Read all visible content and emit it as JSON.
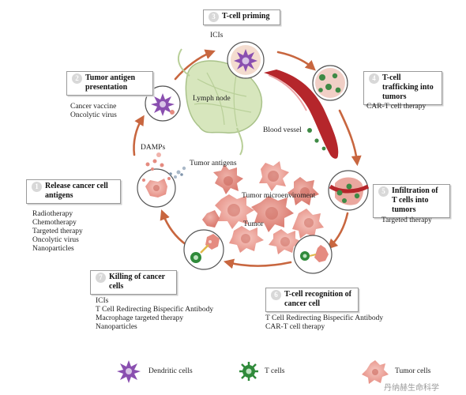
{
  "steps": [
    {
      "number": "3",
      "title": "T-cell priming"
    },
    {
      "number": "4",
      "title": "T-cell trafficking into tumors"
    },
    {
      "number": "5",
      "title": "Infiltration of T cells into tumors"
    },
    {
      "number": "6",
      "title": "T-cell recognition of cancer cell"
    },
    {
      "number": "7",
      "title": "Killing of cancer cells"
    },
    {
      "number": "1",
      "title": "Release cancer cell antigens"
    },
    {
      "number": "2",
      "title": "Tumor antigen presentation"
    }
  ],
  "interventions": {
    "step1": [
      "Radiotherapy",
      "Chemotherapy",
      "Targeted therapy",
      "Oncolytic virus",
      "Nanoparticles"
    ],
    "step2": [
      "Cancer vaccine",
      "Oncolytic virus"
    ],
    "step3": [
      "ICIs"
    ],
    "step4": [
      "CAR-T cell therapy"
    ],
    "step5": [
      "Targeted therapy"
    ],
    "step6": [
      "T Cell Redirecting Bispecific Antibody",
      "CAR-T cell therapy"
    ],
    "step7": [
      "ICIs",
      "T Cell Redirecting Bispecific Antibody",
      "Macrophage targeted therapy",
      "Nanoparticles"
    ]
  },
  "labels": {
    "lymph_node": "Lymph node",
    "blood_vessel": "Blood vessel",
    "damps": "DAMPs",
    "tumor_antigens": "Tumor antigens",
    "tumor_microenvironment": "Tumor microenviroment",
    "tumor": "Tumor"
  },
  "legend": [
    {
      "label": "Dendritic cells",
      "icon": "dendritic-cell-icon",
      "color": "#8a4fb0"
    },
    {
      "label": "T cells",
      "icon": "t-cell-icon",
      "color": "#2f8a3a"
    },
    {
      "label": "Tumor cells",
      "icon": "tumor-cell-icon",
      "color": "#e0867c"
    }
  ],
  "watermark": "丹纳赫生命科学",
  "colors": {
    "cycle_arrow": "#c8663f",
    "tumor": "#e79a92",
    "vessel": "#b5262b",
    "lymph": "#cfe0b0"
  }
}
